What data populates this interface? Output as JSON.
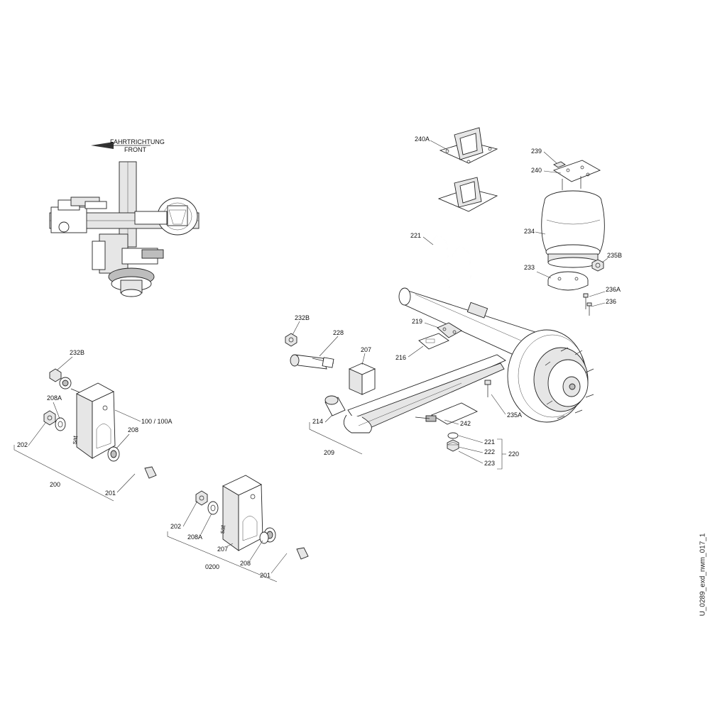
{
  "direction": {
    "line1": "FAHRTRICHTUNG",
    "line2": "FRONT"
  },
  "labels": {
    "l240A": "240A",
    "l239": "239",
    "l240": "240",
    "l234": "234",
    "l221u": "221",
    "l235B": "235B",
    "l233": "233",
    "l236A": "236A",
    "l236": "236",
    "l232Br": "232B",
    "l228": "228",
    "l219": "219",
    "l216": "216",
    "l207r": "207",
    "l235A": "235A",
    "l214": "214",
    "l242": "242",
    "l209": "209",
    "l221n": "221",
    "l222": "222",
    "l220": "220",
    "l223": "223",
    "l232Bl": "232B",
    "l208Au": "208A",
    "l100": "100 / 100A",
    "l202u": "202",
    "l208u": "208",
    "l200": "200",
    "l201u": "201",
    "l202b": "202",
    "l208Ab": "208A",
    "l207b": "207",
    "l0200": "0200",
    "l208b": "208",
    "l201b": "201"
  },
  "doc_code": "U_0289_exd_nwm_017_1"
}
